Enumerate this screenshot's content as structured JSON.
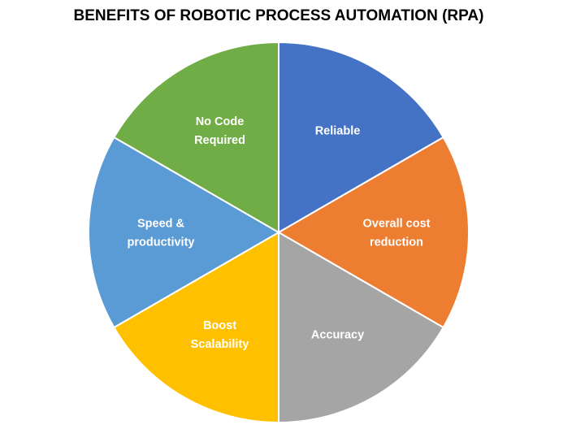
{
  "chart_data": {
    "type": "pie",
    "title": "BENEFITS OF ROBOTIC PROCESS AUTOMATION (RPA)",
    "start": "top",
    "direction": "clockwise",
    "slices": [
      {
        "label": "Reliable",
        "lines": [
          "Reliable"
        ],
        "value": 1,
        "color": "#4472C4"
      },
      {
        "label": "Overall cost reduction",
        "lines": [
          "Overall cost",
          "reduction"
        ],
        "value": 1,
        "color": "#ED7D31"
      },
      {
        "label": "Accuracy",
        "lines": [
          "Accuracy"
        ],
        "value": 1,
        "color": "#A5A5A5"
      },
      {
        "label": "Boost Scalability",
        "lines": [
          "Boost",
          "Scalability"
        ],
        "value": 1,
        "color": "#FFC000"
      },
      {
        "label": "Speed & productivity",
        "lines": [
          "Speed &",
          "productivity"
        ],
        "value": 1,
        "color": "#5B9BD5"
      },
      {
        "label": "No Code Required",
        "lines": [
          "No Code",
          "Required"
        ],
        "value": 1,
        "color": "#70AD47"
      }
    ]
  }
}
